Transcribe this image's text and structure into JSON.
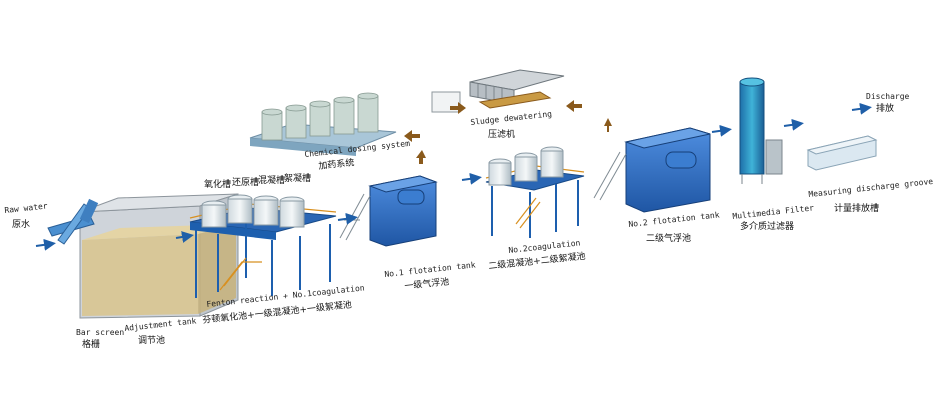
{
  "labels": {
    "raw_water_en": "Raw water",
    "raw_water_cn": "原水",
    "bar_screen_en": "Bar screen",
    "bar_screen_cn": "格栅",
    "adjustment_tank_en": "Adjustment tank",
    "adjustment_tank_cn": "调节池",
    "fenton_en": "Fenton reaction + No.1coagulation",
    "fenton_cn": "芬顿氧化池+一级混凝池+一级絮凝池",
    "tank_oxidation_cn": "氧化槽",
    "tank_reduction_cn": "还原槽",
    "tank_coagulation_cn": "混凝槽",
    "tank_flocculation_cn": "絮凝槽",
    "chemical_dosing_en": "Chemical dosing system",
    "chemical_dosing_cn": "加药系统",
    "flotation1_en": "No.1 flotation tank",
    "flotation1_cn": "一级气浮池",
    "sludge_en": "Sludge dewatering",
    "sludge_cn": "压滤机",
    "coag2_en": "No.2coagulation",
    "coag2_cn": "二级混凝池+二级絮凝池",
    "flotation2_en": "No.2 flotation tank",
    "flotation2_cn": "二级气浮池",
    "filter_en": "Multimedia Filter",
    "filter_cn": "多介质过滤器",
    "groove_en": "Measuring discharge groove",
    "groove_cn": "计量排放槽",
    "discharge_en": "Discharge",
    "discharge_cn": "排放"
  },
  "colors": {
    "flow_arrow": "#1f5fa8",
    "sludge_arrow": "#8a5a1c",
    "tank_blue": "#2e6fc4",
    "tank_water": "#d9c48c",
    "platform_blue": "#1d5fae",
    "scaffold_orange": "#d89020",
    "dosing_tank": "#c9d8d2"
  }
}
